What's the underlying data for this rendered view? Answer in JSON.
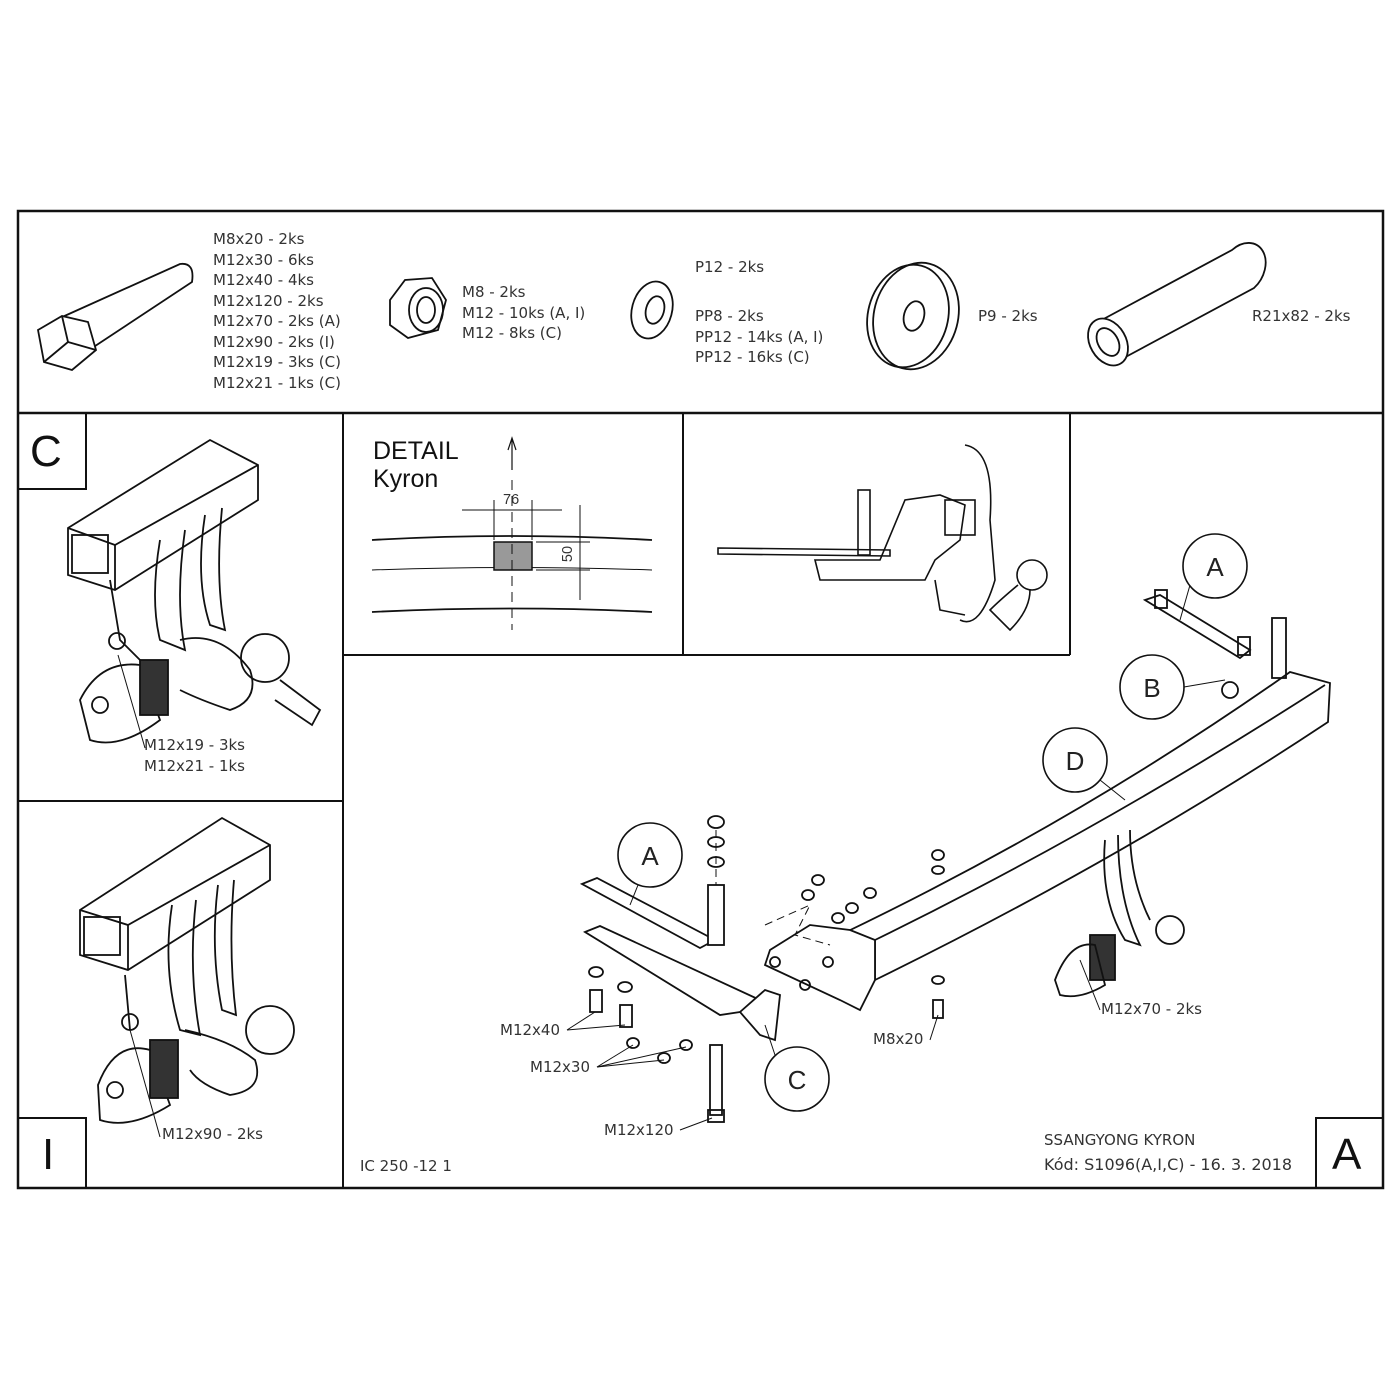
{
  "parts": {
    "bolts": [
      "M8x20 - 2ks",
      "M12x30 - 6ks",
      "M12x40 - 4ks",
      "M12x120 - 2ks",
      "M12x70 - 2ks (A)",
      "M12x90 - 2ks (I)",
      "M12x19 - 3ks (C)",
      "M12x21 - 1ks (C)"
    ],
    "nuts": [
      "M8 - 2ks",
      "M12 - 10ks (A, I)",
      "M12 - 8ks (C)"
    ],
    "washers_top": "P12 - 2ks",
    "washers": [
      "PP8 - 2ks",
      "PP12 - 14ks (A, I)",
      "PP12 - 16ks (C)"
    ],
    "big_washer": "P9 - 2ks",
    "tube": "R21x82 - 2ks"
  },
  "panel_c": {
    "letter": "C",
    "labels": [
      "M12x19 - 3ks",
      "M12x21 - 1ks"
    ]
  },
  "panel_i": {
    "letter": "I",
    "label": "M12x90 - 2ks"
  },
  "detail": {
    "title": "DETAIL",
    "subtitle": "Kyron",
    "width_dim": "76",
    "height_dim": "50"
  },
  "main": {
    "callouts": [
      "A",
      "B",
      "D",
      "A",
      "C"
    ],
    "labels": {
      "m12x70": "M12x70 - 2ks",
      "m8x20": "M8x20",
      "m12x40": "M12x40",
      "m12x30": "M12x30",
      "m12x120": "M12x120"
    }
  },
  "footer": {
    "drawing_no": "IC 250 -12 1",
    "vehicle": "SSANGYONG KYRON",
    "code": "Kód: S1096(A,I,C) - 16. 3. 2018",
    "variant": "A"
  }
}
